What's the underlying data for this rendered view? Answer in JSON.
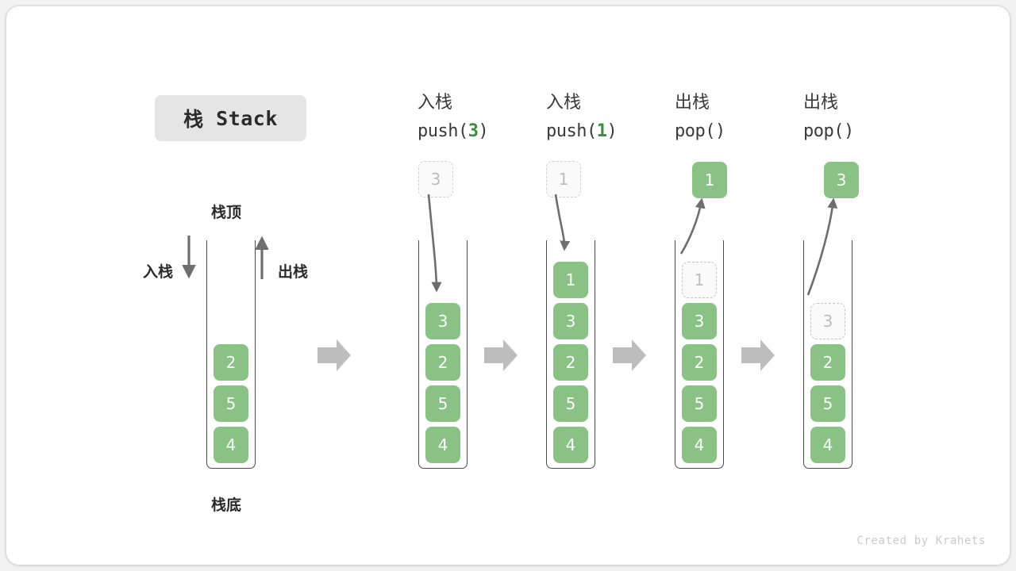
{
  "title_badge": {
    "cn": "栈",
    "en": " Stack"
  },
  "labels": {
    "top": "栈顶",
    "bottom": "栈底",
    "push": "入栈",
    "pop": "出栈"
  },
  "colors": {
    "cell_green": "#8ac185",
    "arg_green": "#3d8c40",
    "ghost_border": "#c4c4c4",
    "ghost_text": "#bdbdbd",
    "stack_border": "#4a4a4a",
    "step_arrow": "#bdbdbd",
    "curve_arrow": "#6e6e6e",
    "badge_bg": "#e5e5e5",
    "card_bg": "#ffffff",
    "page_bg": "#f2f2f2"
  },
  "initial_stack": {
    "name": "initial",
    "top_label": "栈顶",
    "bottom_label": "栈底",
    "push_label": "入栈",
    "pop_label": "出栈",
    "cells": [
      "2",
      "5",
      "4"
    ]
  },
  "steps": [
    {
      "id": "push-3",
      "head_line1": "入栈",
      "head_line2_prefix": "push(",
      "head_line2_arg": "3",
      "head_line2_suffix": ")",
      "floating": {
        "value": "3",
        "state": "ghost",
        "position": "above"
      },
      "arrow": "down",
      "cells": [
        {
          "value": "3",
          "state": "filled"
        },
        {
          "value": "2",
          "state": "filled"
        },
        {
          "value": "5",
          "state": "filled"
        },
        {
          "value": "4",
          "state": "filled"
        }
      ]
    },
    {
      "id": "push-1",
      "head_line1": "入栈",
      "head_line2_prefix": "push(",
      "head_line2_arg": "1",
      "head_line2_suffix": ")",
      "floating": {
        "value": "1",
        "state": "ghost",
        "position": "above"
      },
      "arrow": "down",
      "cells": [
        {
          "value": "1",
          "state": "filled"
        },
        {
          "value": "3",
          "state": "filled"
        },
        {
          "value": "2",
          "state": "filled"
        },
        {
          "value": "5",
          "state": "filled"
        },
        {
          "value": "4",
          "state": "filled"
        }
      ]
    },
    {
      "id": "pop-1",
      "head_line1": "出栈",
      "head_line2_prefix": "pop(",
      "head_line2_arg": "",
      "head_line2_suffix": ")",
      "floating": {
        "value": "1",
        "state": "filled",
        "position": "above"
      },
      "arrow": "up",
      "cells": [
        {
          "value": "1",
          "state": "ghost"
        },
        {
          "value": "3",
          "state": "filled"
        },
        {
          "value": "2",
          "state": "filled"
        },
        {
          "value": "5",
          "state": "filled"
        },
        {
          "value": "4",
          "state": "filled"
        }
      ]
    },
    {
      "id": "pop-3",
      "head_line1": "出栈",
      "head_line2_prefix": "pop(",
      "head_line2_arg": "",
      "head_line2_suffix": ")",
      "floating": {
        "value": "3",
        "state": "filled",
        "position": "above"
      },
      "arrow": "up",
      "cells": [
        {
          "value": "3",
          "state": "ghost"
        },
        {
          "value": "2",
          "state": "filled"
        },
        {
          "value": "5",
          "state": "filled"
        },
        {
          "value": "4",
          "state": "filled"
        }
      ]
    }
  ],
  "footer": "Created by Krahets"
}
